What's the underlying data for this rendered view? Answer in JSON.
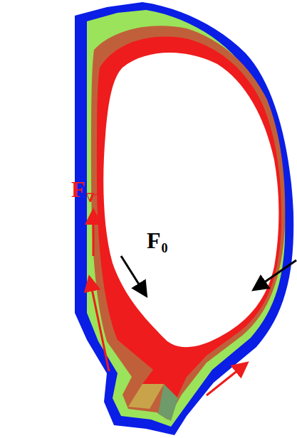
{
  "diagram": {
    "labels": [
      "F",
      "∇T",
      "F",
      "0"
    ]
  }
}
